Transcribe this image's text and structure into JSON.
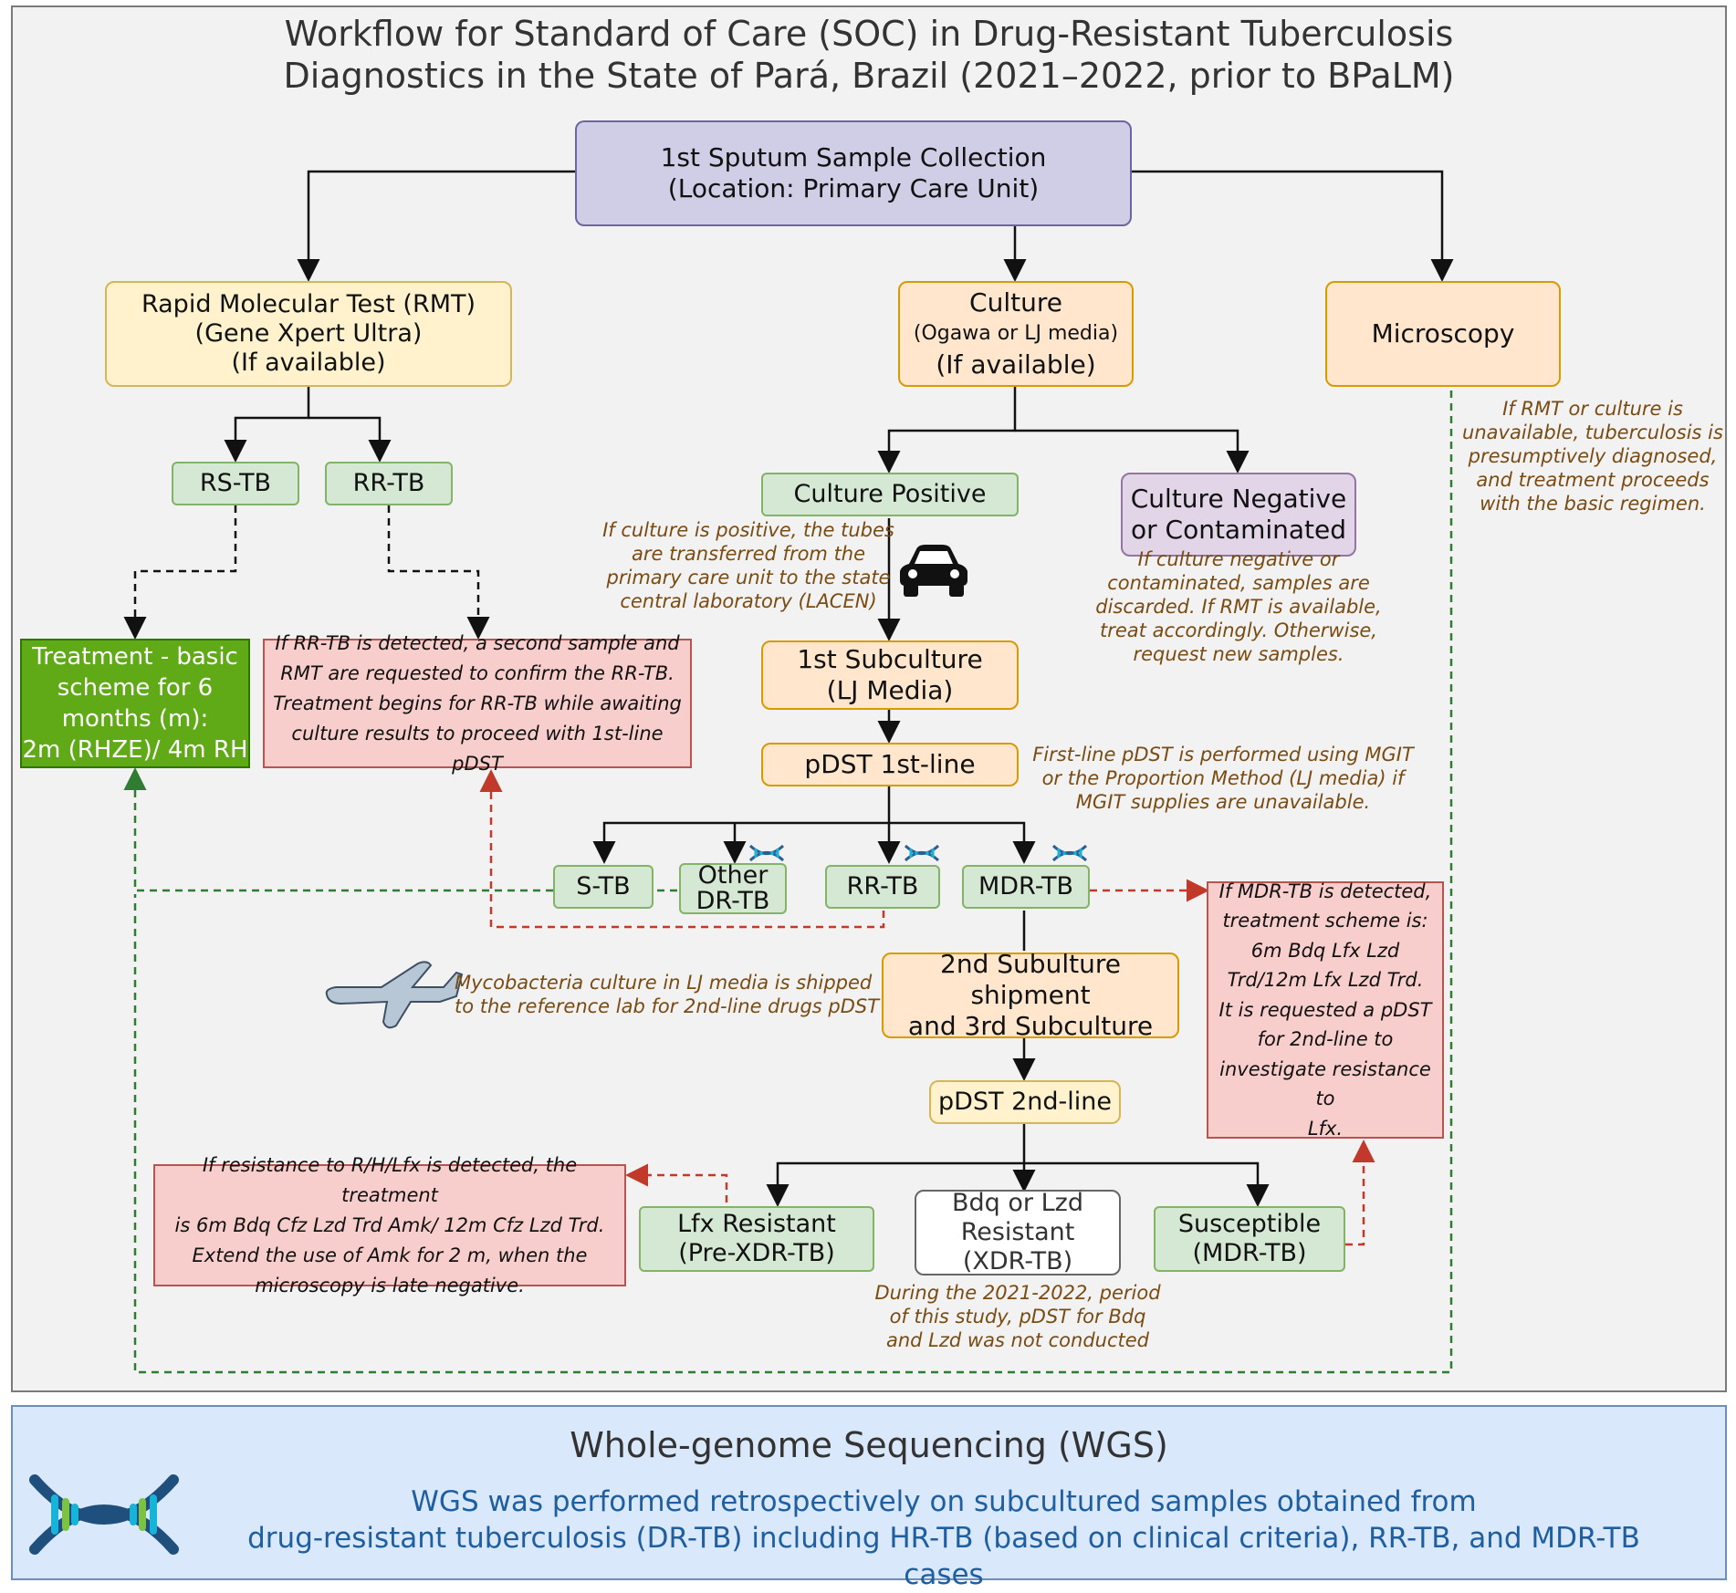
{
  "title": {
    "line1": "Workflow for Standard of Care (SOC) in Drug-Resistant Tuberculosis",
    "line2": "Diagnostics in the State of Pará, Brazil (2021–2022, prior to BPaLM)"
  },
  "nodes": {
    "sputum": {
      "line1": "1st Sputum Sample Collection",
      "line2": "(Location: Primary Care Unit)"
    },
    "rmt": {
      "line1": "Rapid Molecular Test (RMT)",
      "line2": "(Gene Xpert Ultra)",
      "line3": "(If available)"
    },
    "culture": {
      "line1": "Culture",
      "line2": "(Ogawa or LJ media)",
      "line3": "(If available)"
    },
    "microscopy": "Microscopy",
    "rs_tb": "RS-TB",
    "rr_tb_top": "RR-TB",
    "culture_positive": "Culture Positive",
    "culture_negative": {
      "line1": "Culture Negative",
      "line2": "or Contaminated"
    },
    "treatment_basic": {
      "line1": "Treatment - basic",
      "line2": "scheme for 6",
      "line3": "months (m):",
      "line4": "2m (RHZE)/ 4m RH"
    },
    "rr_tb_note": {
      "line1": "If RR-TB is detected, a second sample and",
      "line2": "RMT are requested to confirm the RR-TB.",
      "line3": "Treatment begins for RR-TB while awaiting",
      "line4": "culture results to proceed with 1st-line pDST"
    },
    "subculture1": {
      "line1": "1st Subculture",
      "line2": "(LJ Media)"
    },
    "pdst1": "pDST 1st-line",
    "s_tb": "S-TB",
    "other_dr": {
      "line1": "Other",
      "line2": "DR-TB"
    },
    "rr_tb_mid": "RR-TB",
    "mdr_tb": "MDR-TB",
    "mdr_note": {
      "line1": "If MDR-TB is detected,",
      "line2": "treatment scheme is:",
      "line3": "6m Bdq Lfx Lzd",
      "line4": "Trd/12m Lfx Lzd Trd.",
      "line5": "It is requested a pDST",
      "line6": "for 2nd-line to",
      "line7": "investigate resistance to",
      "line8": "Lfx."
    },
    "subculture2": {
      "line1": "2nd Subulture shipment",
      "line2": "and 3rd Subculture"
    },
    "pdst2": "pDST 2nd-line",
    "lfx_res": {
      "line1": "Lfx  Resistant",
      "line2": "(Pre-XDR-TB)"
    },
    "bdq_res": {
      "line1": "Bdq or Lzd",
      "line2": "Resistant",
      "line3": "(XDR-TB)"
    },
    "susceptible": {
      "line1": "Susceptible",
      "line2": "(MDR-TB)"
    },
    "rhlfx_note": {
      "line1": "If resistance to R/H/Lfx is detected, the treatment",
      "line2": "is 6m Bdq Cfz Lzd Trd Amk/ 12m Cfz Lzd Trd.",
      "line3": "Extend the use of Amk for 2 m, when the",
      "line4": "microscopy is late negative."
    }
  },
  "notes": {
    "microscopy": {
      "line1": "If RMT or culture is",
      "line2": "unavailable, tuberculosis is",
      "line3": "presumptively diagnosed,",
      "line4": "and treatment proceeds",
      "line5": "with the basic regimen."
    },
    "culture_pos": {
      "line1": "If culture is positive, the tubes",
      "line2": "are transferred from the",
      "line3": "primary care unit to the state",
      "line4": "central laboratory (LACEN)"
    },
    "culture_neg": {
      "line1": "If culture negative or",
      "line2": "contaminated, samples are",
      "line3": "discarded. If RMT is available,",
      "line4": "treat accordingly. Otherwise,",
      "line5": "request new samples."
    },
    "pdst1": {
      "line1": "First-line pDST is performed using MGIT",
      "line2": "or the Proportion Method (LJ media) if",
      "line3": "MGIT supplies are unavailable."
    },
    "shipment": {
      "line1": "Mycobacteria culture in LJ media is shipped",
      "line2": "to the reference lab for 2nd-line drugs pDST"
    },
    "bdq": {
      "line1": "During the 2021-2022, period",
      "line2": "of this study, pDST for Bdq",
      "line3": "and Lzd was not conducted"
    }
  },
  "wgs": {
    "title": "Whole-genome Sequencing (WGS)",
    "line1": "WGS was performed retrospectively on subcultured samples obtained from",
    "line2": "drug-resistant tuberculosis (DR-TB) including HR-TB (based on clinical criteria), RR-TB, and MDR-TB cases"
  },
  "icons": [
    "car-icon",
    "airplane-icon",
    "dna-icon"
  ],
  "colors": {
    "sample": "#d0cde6",
    "test": "#fff2cc",
    "culture": "#ffe6cc",
    "result": "#d5e8d4",
    "treatment": "#60a917",
    "alert": "#f8cecc",
    "note_text": "#7a4b12",
    "wgs": "#dae8fc"
  }
}
